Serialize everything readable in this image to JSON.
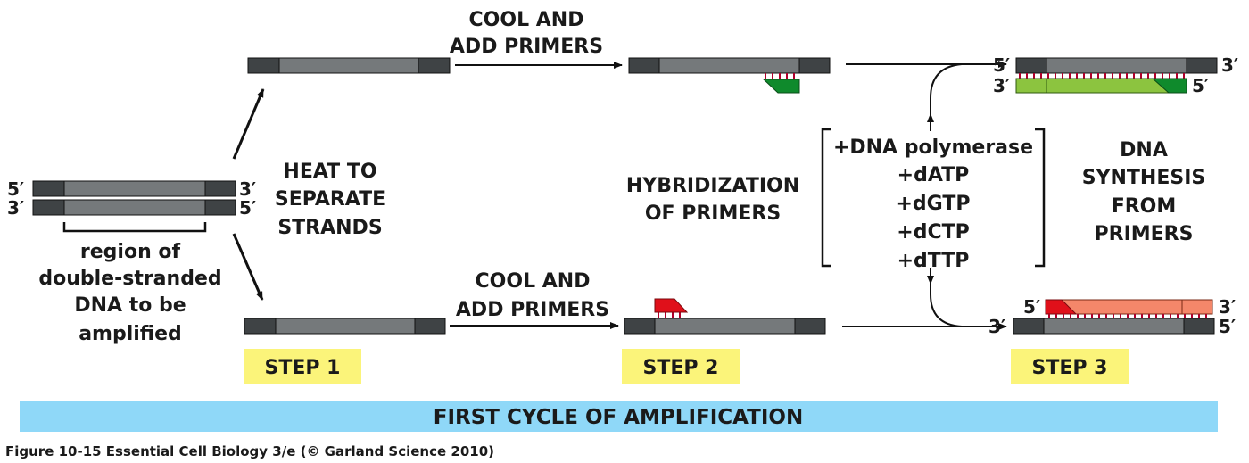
{
  "left_labels": {
    "top_5": "5′",
    "top_3": "3′",
    "bottom_3": "3′",
    "bottom_5": "5′",
    "region_lines": [
      "region of",
      "double-stranded",
      "DNA to be",
      "amplified"
    ]
  },
  "heat_label": [
    "HEAT TO",
    "SEPARATE",
    "STRANDS"
  ],
  "cool_top": [
    "COOL AND",
    "ADD PRIMERS"
  ],
  "cool_bottom": [
    "COOL AND",
    "ADD PRIMERS"
  ],
  "hybrid_label": [
    "HYBRIDIZATION",
    "OF PRIMERS"
  ],
  "reagents": [
    "+DNA polymerase",
    "+dATP",
    "+dGTP",
    "+dCTP",
    "+dTTP"
  ],
  "synth_label": [
    "DNA",
    "SYNTHESIS",
    "FROM",
    "PRIMERS"
  ],
  "step3_top_ends": {
    "l1": "5′",
    "r1": "3′",
    "l2": "3′",
    "r2": "5′"
  },
  "step3_bottom_ends": {
    "l1": "5′",
    "r1": "3′",
    "l2": "3′",
    "r2": "5′"
  },
  "steps": [
    "STEP 1",
    "STEP 2",
    "STEP 3"
  ],
  "banner": "FIRST CYCLE OF AMPLIFICATION",
  "caption": "Figure 10-15  Essential Cell Biology 3/e (© Garland Science 2010)",
  "colors": {
    "step_box": "#fbf47a",
    "banner": "#8fd8f8",
    "green_primer": "#0f8a2c",
    "green_new_strand": "#8cc43f",
    "red_primer": "#e0101a",
    "red_new_strand": "#f4876a"
  }
}
